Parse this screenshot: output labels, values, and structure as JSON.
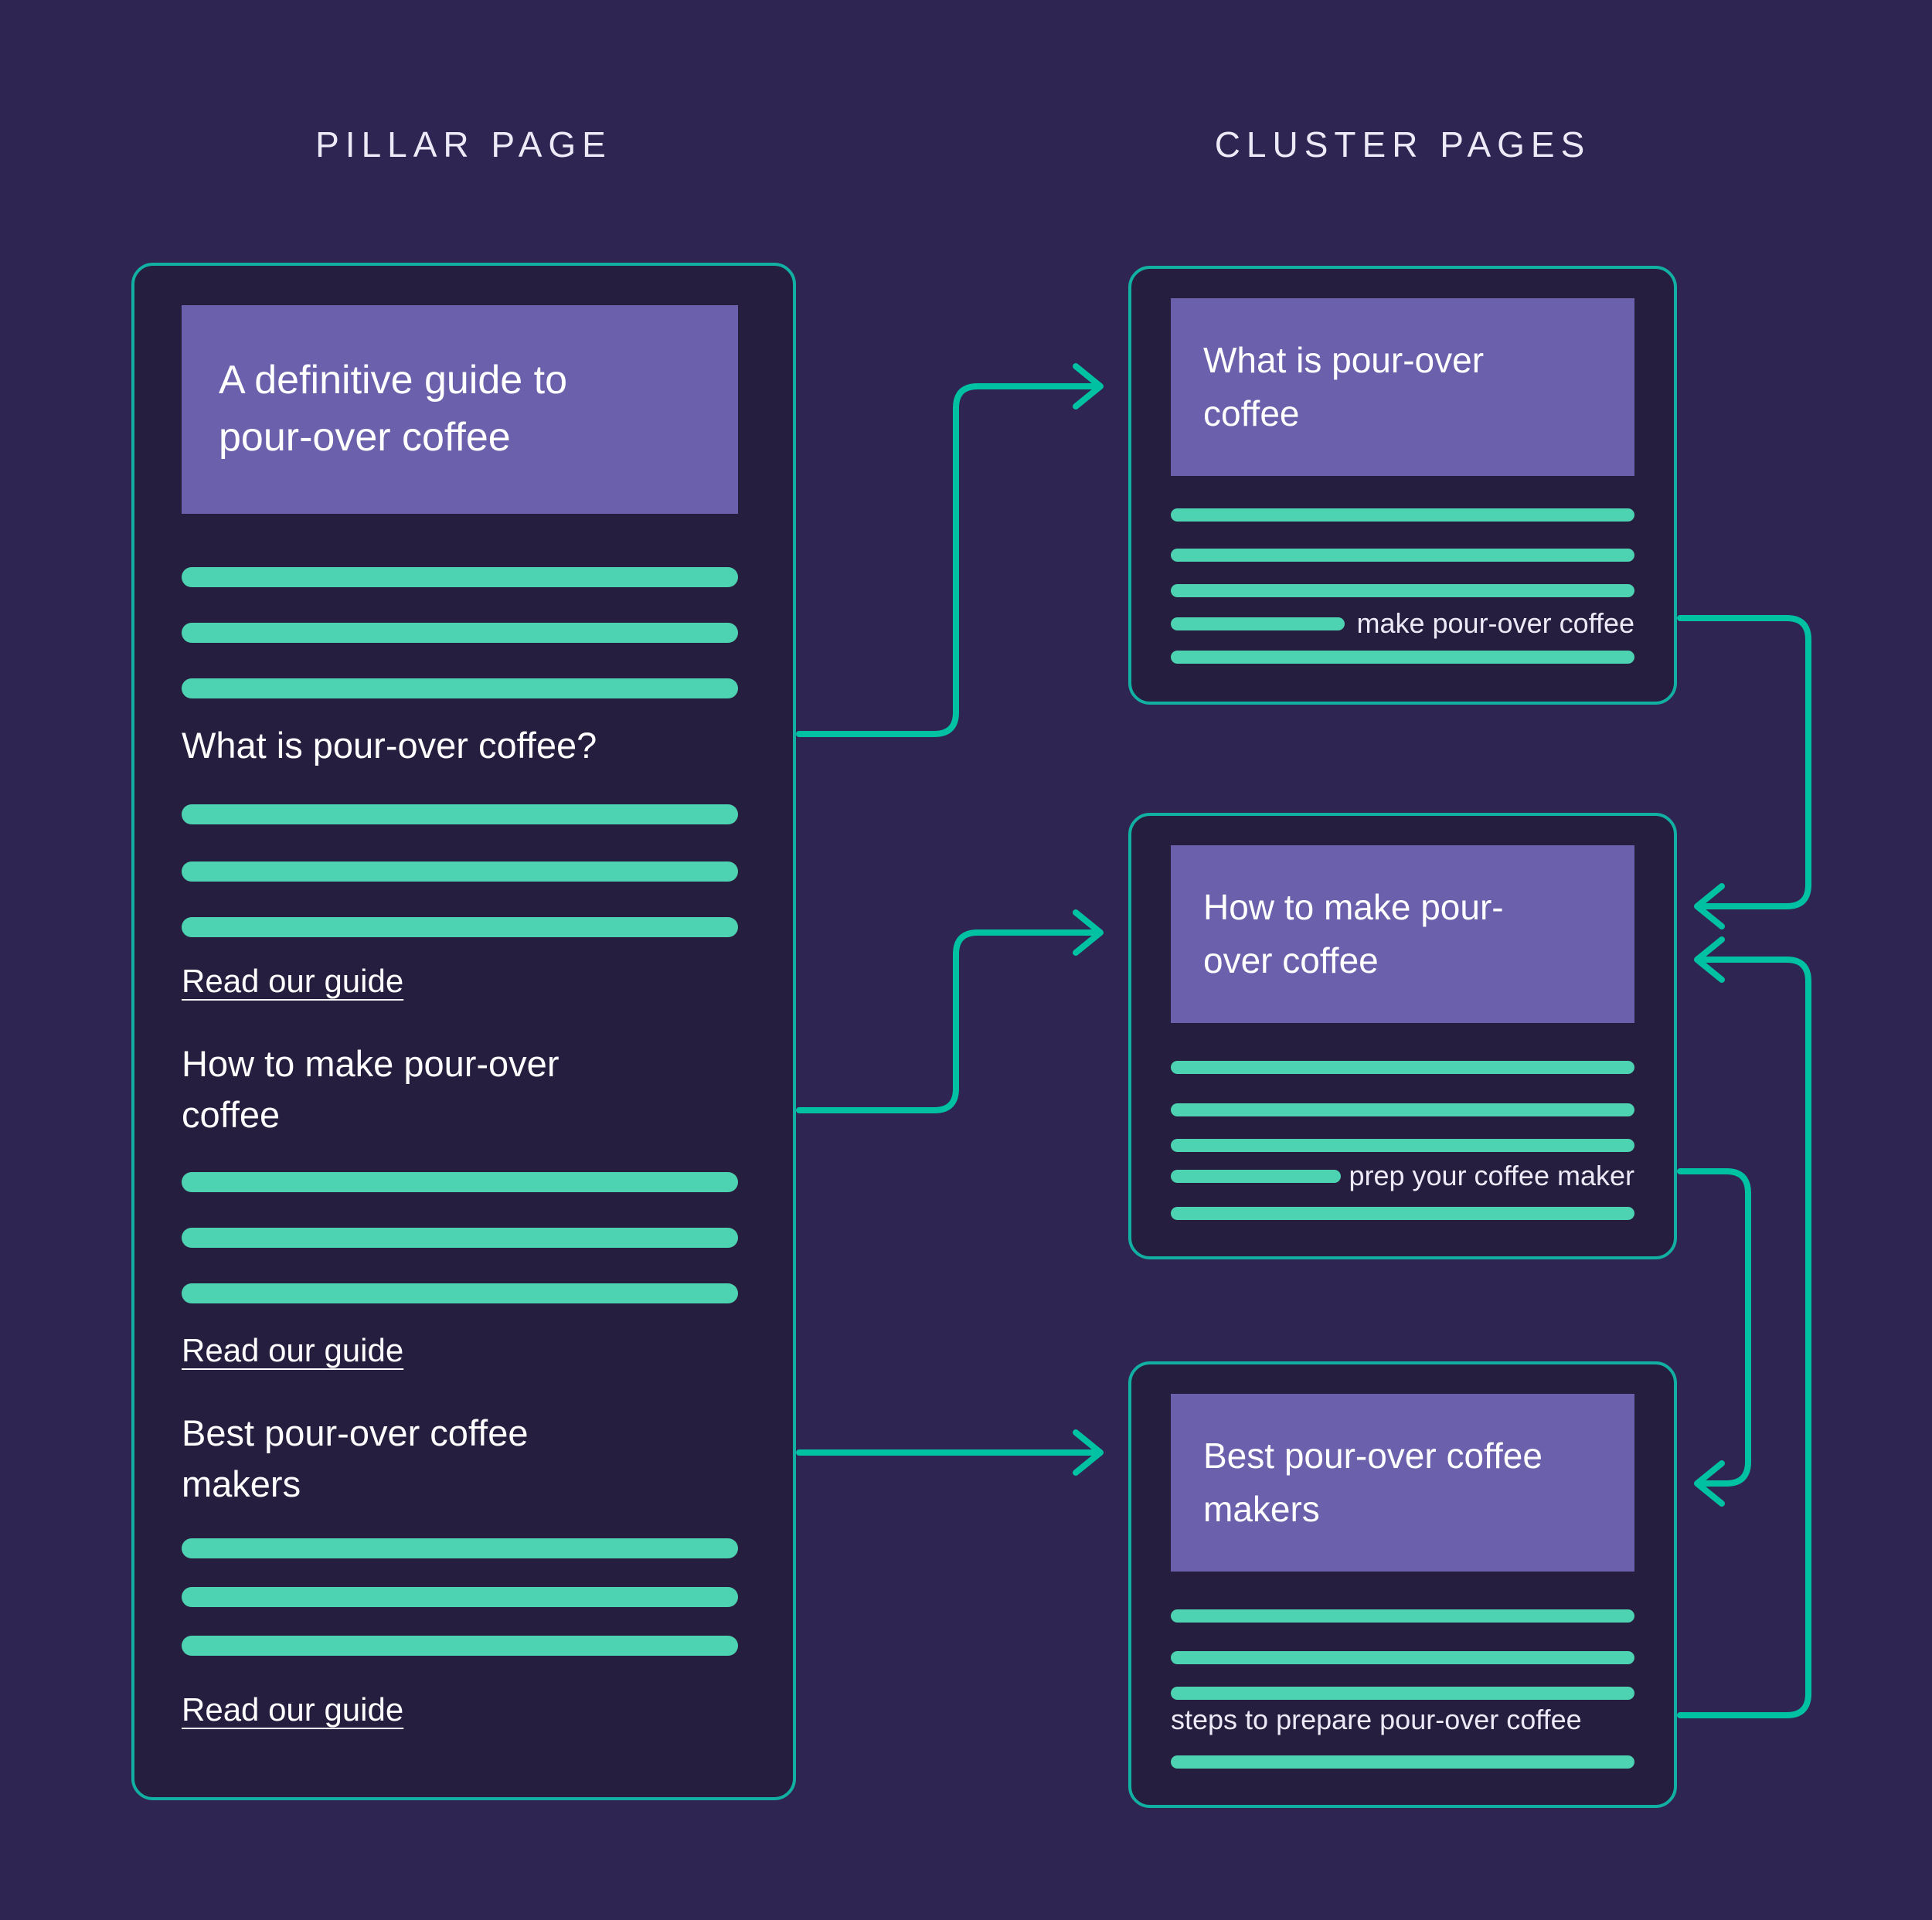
{
  "colors": {
    "bg": "#2e2552",
    "card-bg": "#261e3e",
    "border-teal": "#12b0a2",
    "bar-mint": "#4dd2b2",
    "connector": "#00c1a2",
    "header-purple": "#6b60ac",
    "text-white": "#ffffff",
    "text-soft": "#eceaf6"
  },
  "header": {
    "pillar_label": "PILLAR PAGE",
    "cluster_label": "CLUSTER PAGES"
  },
  "pillar": {
    "title": "A definitive guide to pour-over coffee",
    "sections": [
      {
        "heading": "What is pour-over coffee?",
        "link_label": "Read our guide"
      },
      {
        "heading": "How to make pour-over coffee",
        "link_label": "Read our guide"
      },
      {
        "heading": "Best pour-over coffee makers",
        "link_label": "Read our guide"
      }
    ]
  },
  "clusters": [
    {
      "title": "What is pour-over coffee",
      "annotation": "make pour-over coffee"
    },
    {
      "title": "How to make pour-over coffee",
      "annotation": "prep your coffee maker"
    },
    {
      "title": "Best pour-over coffee makers",
      "annotation": "steps to prepare pour-over coffee"
    }
  ]
}
